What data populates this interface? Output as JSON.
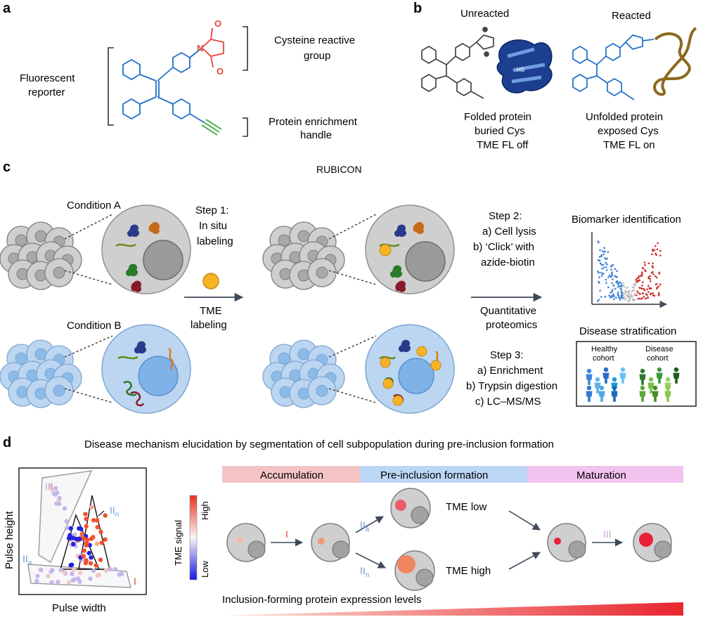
{
  "panels": {
    "a": "a",
    "b": "b",
    "c": "c",
    "d": "d"
  },
  "a": {
    "fluor1": "Fluorescent",
    "fluor2": "reporter",
    "cys1": "Cysteine reactive",
    "cys2": "group",
    "enr1": "Protein enrichment",
    "enr2": "handle"
  },
  "b": {
    "unreacted": "Unreacted",
    "reacted": "Reacted",
    "hs": "HS",
    "left1": "Folded protein",
    "left2": "buried Cys",
    "left3": "TME FL off",
    "right1": "Unfolded protein",
    "right2": "exposed Cys",
    "right3": "TME FL on"
  },
  "c": {
    "title": "RUBICON",
    "condA": "Condition A",
    "condB": "Condition B",
    "step1a": "Step 1:",
    "step1b": "In situ",
    "step1c": "labeling",
    "tme1": "TME",
    "tme2": "labeling",
    "step2a": "Step 2:",
    "step2b": "a) Cell lysis",
    "step2c": "b) ‘Click’ with",
    "step2d": "azide-biotin",
    "quant1": "Quantitative",
    "quant2": "proteomics",
    "step3a": "Step 3:",
    "step3b": "a) Enrichment",
    "step3c": "b) Trypsin digestion",
    "step3d": "c) LC–MS/MS",
    "biomarker": "Biomarker identification",
    "stratification": "Disease stratification",
    "healthy1": "Healthy",
    "healthy2": "cohort",
    "disease1": "Disease",
    "disease2": "cohort"
  },
  "d": {
    "title": "Disease mechanism elucidation by segmentation of cell subpopulation during pre-inclusion formation",
    "ylabel": "Pulse height",
    "xlabel": "Pulse width",
    "lab_III": "III",
    "lab_IIa": "II",
    "lab_IIa_sub": "a",
    "lab_IIn": "II",
    "lab_IIn_sub": "n",
    "lab_I": "I",
    "colorbar_label": "TME signal",
    "high": "High",
    "low": "Low",
    "phase1": "Accumulation",
    "phase2": "Pre-inclusion formation",
    "phase3": "Maturation",
    "arr_I": "I",
    "arr_IIa": "II",
    "arr_IIa_sub": "a",
    "arr_IIn": "II",
    "arr_IIn_sub": "n",
    "arr_III": "III",
    "tme_low": "TME low",
    "tme_high": "TME high",
    "expression": "Inclusion-forming protein expression levels"
  },
  "colors": {
    "blue_struct": "#1e6fc9",
    "red_group": "#e8453c",
    "green_alkyne": "#3aaa3a",
    "gray_cell": "#cfcfcf",
    "blue_cell": "#bcd6f2",
    "probe": "#f5b325",
    "vol_blue": "#3b7fd6",
    "vol_red": "#c8322e",
    "phase1": "#f4c4c4",
    "phase2": "#bcd6f5",
    "phase3": "#f3c3f0"
  }
}
